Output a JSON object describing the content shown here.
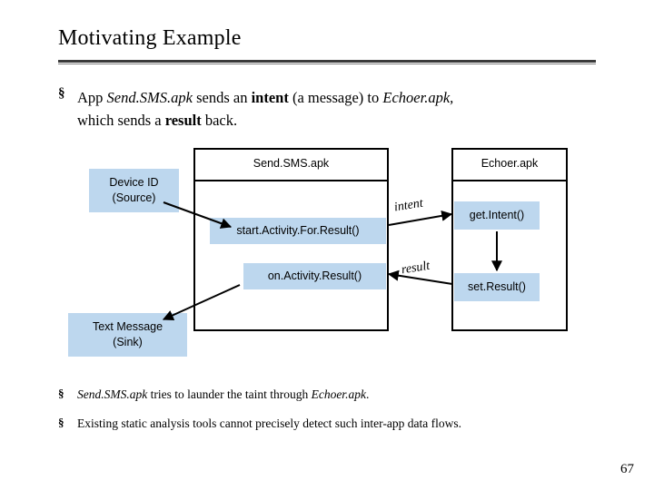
{
  "slide": {
    "title": "Motivating Example",
    "page_number": "67"
  },
  "bullets": {
    "marker": "§",
    "main": {
      "line1_a": "App ",
      "line1_app": "Send.SMS.apk",
      "line1_b": " sends an ",
      "line1_intent": "intent",
      "line1_c": " (a message) to ",
      "line1_echoer": "Echoer.apk,",
      "line2_a": "which sends a ",
      "line2_result": "result",
      "line2_b": " back."
    },
    "second": {
      "a": "Send.SMS.apk",
      "b": " tries to launder the taint through ",
      "c": "Echoer.apk",
      "d": "."
    },
    "third": "Existing static analysis tools cannot precisely detect such inter-app data flows."
  },
  "diagram": {
    "app_left_title": "Send.SMS.apk",
    "app_right_title": "Echoer.apk",
    "source_node": {
      "line1": "Device ID",
      "line2": "(Source)"
    },
    "sink_node": {
      "line1": "Text Message",
      "line2": "(Sink)"
    },
    "methods": {
      "start_activity": "start.Activity.For.Result()",
      "on_activity_result": "on.Activity.Result()",
      "get_intent": "get.Intent()",
      "set_result": "set.Result()"
    },
    "edge_labels": {
      "intent": "intent",
      "result": "result"
    },
    "colors": {
      "node_fill": "#bdd7ee",
      "box_border": "#000000",
      "rule": "#3a3a3a"
    }
  }
}
